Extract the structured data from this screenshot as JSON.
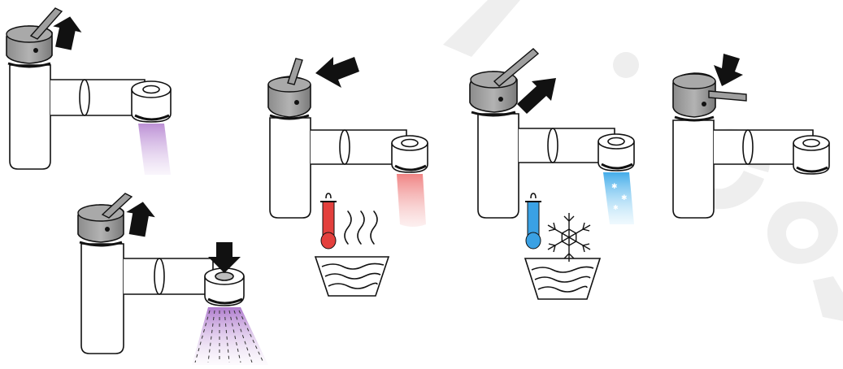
{
  "diagram": {
    "panels": [
      {
        "id": "lift-lever-purple",
        "action": "lever-up",
        "flow": "purple-stream"
      },
      {
        "id": "lift-lever-spray",
        "action": "lever-up-button-press",
        "flow": "purple-spray"
      },
      {
        "id": "lever-hot",
        "action": "lever-left",
        "flow": "hot-red",
        "symbol": "hot-thermometer"
      },
      {
        "id": "lever-cold",
        "action": "lever-right",
        "flow": "cold-blue",
        "symbol": "cold-thermometer"
      },
      {
        "id": "lever-off",
        "action": "lever-down",
        "flow": "none"
      }
    ]
  },
  "watermark": {
    "text": "r.con",
    "color": "#eeeeee"
  },
  "colors": {
    "outline": "#111111",
    "lever_body": "#9a9a9a",
    "lever_body_dark": "#7d7d7d",
    "arrow": "#111111",
    "purple_stream": "#b78ad0",
    "hot": "#e8403f",
    "hot_stream": "#f08a8a",
    "cold": "#3da5e6",
    "cold_stream": "#72c8f0"
  }
}
